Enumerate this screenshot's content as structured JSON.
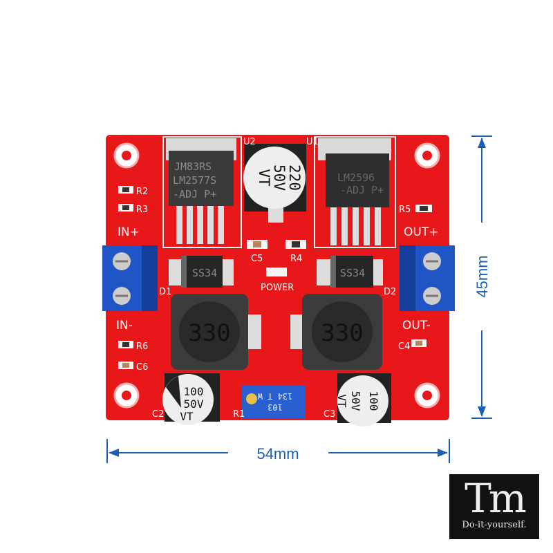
{
  "dimensions": {
    "width": "54mm",
    "height": "45mm"
  },
  "board": {
    "color": "#e8181a",
    "labels": {
      "in_plus": "IN+",
      "in_minus": "IN-",
      "out_plus": "OUT+",
      "out_minus": "OUT-",
      "power": "POWER",
      "u1": "U1",
      "u2": "U2",
      "d1": "D1",
      "d2": "D2",
      "r1": "R1",
      "r2": "R2",
      "r3": "R3",
      "r4": "R4",
      "r5": "R5",
      "r6": "R6",
      "c2": "C2",
      "c3": "C3",
      "c4": "C4",
      "c5": "C5",
      "c6": "C6"
    },
    "chip_left": [
      "JM83RS",
      "LM2577S",
      "-ADJ  P+"
    ],
    "chip_right": [
      "LM2596",
      "-ADJ P+"
    ],
    "cap_top": [
      "220",
      "50V",
      "VT"
    ],
    "cap_left": [
      "100",
      "50V",
      "VT"
    ],
    "cap_right": [
      "100",
      "50V",
      "VT"
    ],
    "diode_left": "SS34",
    "diode_right": "SS34",
    "inductor_left": "330",
    "inductor_right": "330",
    "pot": [
      "103",
      "134 T W"
    ]
  },
  "logo": {
    "mark": "Tm",
    "tagline": "Do-it-yourself."
  }
}
